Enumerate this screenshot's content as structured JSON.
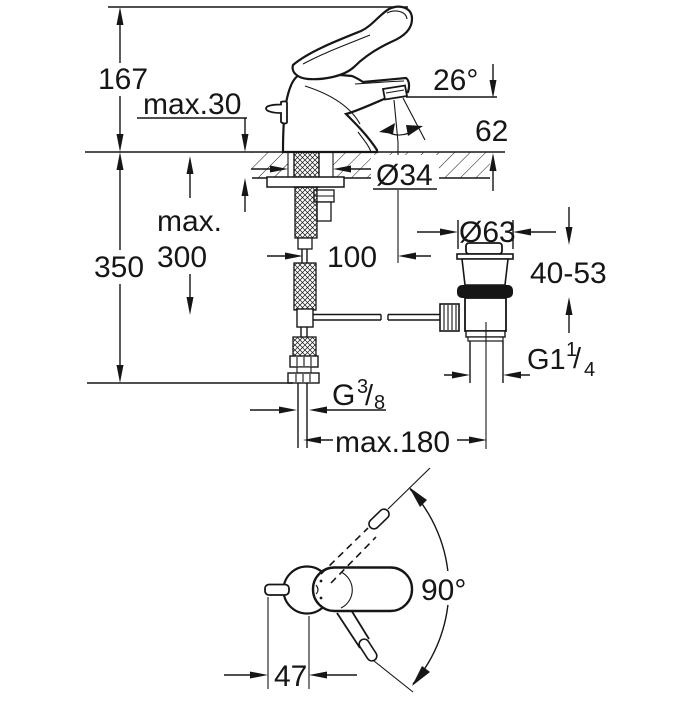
{
  "colors": {
    "ink": "#161616",
    "paper": "#ffffff"
  },
  "dims": {
    "total_height": "167",
    "deck_max": "max.30",
    "hose_drop": "350",
    "pull_rod_max_1": "max.",
    "pull_rod_max_2": "300",
    "spout_reach": "100",
    "hole_dia": "Ø34",
    "spray_angle": "26°",
    "spout_height": "62",
    "waste_dia": "Ø63",
    "clamp_range": "40-53",
    "waste_thread": {
      "base": "G1",
      "sup": "1",
      "slash": "/",
      "sub": "4"
    },
    "supply_thread": {
      "base": "G",
      "sup": "3",
      "slash": "/",
      "sub": "8"
    },
    "offset_max": "max.180",
    "lever_swing": "90°",
    "lever_offset": "47"
  }
}
